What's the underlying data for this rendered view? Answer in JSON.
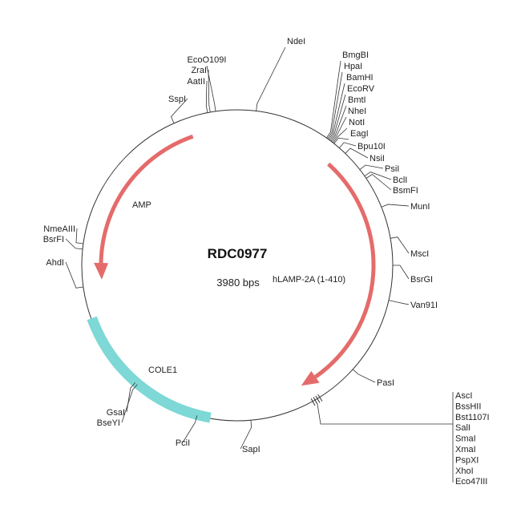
{
  "plasmid": {
    "name": "RDC0977",
    "size_label": "3980 bps"
  },
  "features": [
    {
      "name": "AMP",
      "color": "#e56b6b"
    },
    {
      "name": "hLAMP-2A (1-410)",
      "color": "#e56b6b"
    },
    {
      "name": "COLE1",
      "color": "#7dd8d6"
    }
  ],
  "sites": [
    "NdeI",
    "BmgBI",
    "HpaI",
    "BamHI",
    "EcoRV",
    "BmtI",
    "NheI",
    "NotI",
    "EagI",
    "Bpu10I",
    "NsiI",
    "PsiI",
    "BclI",
    "BsmFI",
    "MunI",
    "MscI",
    "BsrGI",
    "Van91I",
    "PasI",
    "SapI",
    "PciI",
    "BseYI",
    "GsaI",
    "AhdI",
    "BsrFI",
    "NmeAIII",
    "SspI",
    "AatII",
    "ZraI",
    "EcoO109I"
  ],
  "site_group": [
    "AscI",
    "BssHII",
    "Bst1107I",
    "SalI",
    "SmaI",
    "XmaI",
    "PspXI",
    "XhoI",
    "Eco47III"
  ]
}
